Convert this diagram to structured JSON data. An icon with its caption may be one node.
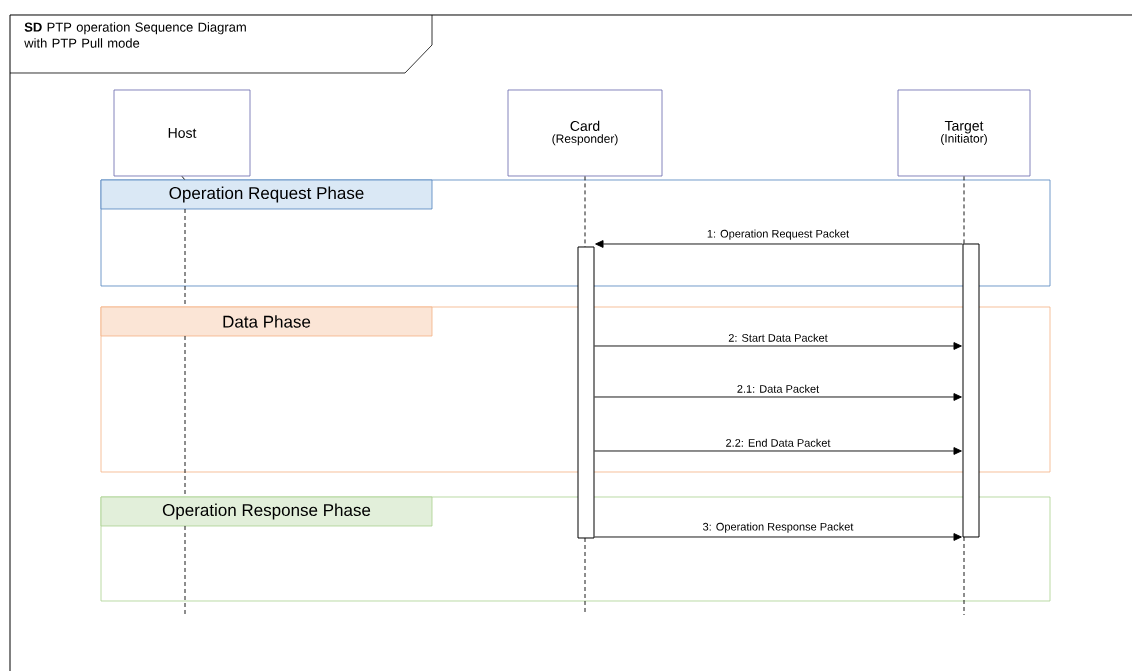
{
  "diagram": {
    "title": "**SD** PTP operation Sequence Diagram with PTP Pull mode",
    "nodes": [
      {
        "text": [
          "Host"
        ]
      },
      {
        "text": [
          "Card",
          "(Responder)"
        ]
      },
      {
        "text": [
          "Target",
          "(Initiator)"
        ]
      },
      {
        "text": [
          "Operation Request Phase"
        ]
      },
      {
        "text": [
          "Data Phase"
        ]
      },
      {
        "text": [
          "Operation Response Phase"
        ]
      },
      {
        "text": [],
        "shape": "bar"
      },
      {
        "text": [],
        "shape": "bar"
      }
    ],
    "edges": [
      {
        "from": 0,
        "to": null,
        "arrow": "none",
        "style": "dashed"
      },
      {
        "from": 1,
        "to": null,
        "arrow": "none",
        "style": "dashed"
      },
      {
        "from": 2,
        "to": null,
        "arrow": "none",
        "style": "dashed"
      },
      {
        "from": 7,
        "to": 6,
        "arrow": "to",
        "label": "1: Operation Request Packet"
      },
      {
        "from": 6,
        "to": 7,
        "arrow": "to",
        "label": "2: Start Data Packet"
      },
      {
        "from": 6,
        "to": 7,
        "arrow": "to",
        "label": "2.1: Data Packet"
      },
      {
        "from": 6,
        "to": 7,
        "arrow": "to",
        "label": "2.2: End Data Packet"
      },
      {
        "from": 6,
        "to": 7,
        "arrow": "to",
        "label": "3: Operation Response Packet"
      }
    ]
  }
}
